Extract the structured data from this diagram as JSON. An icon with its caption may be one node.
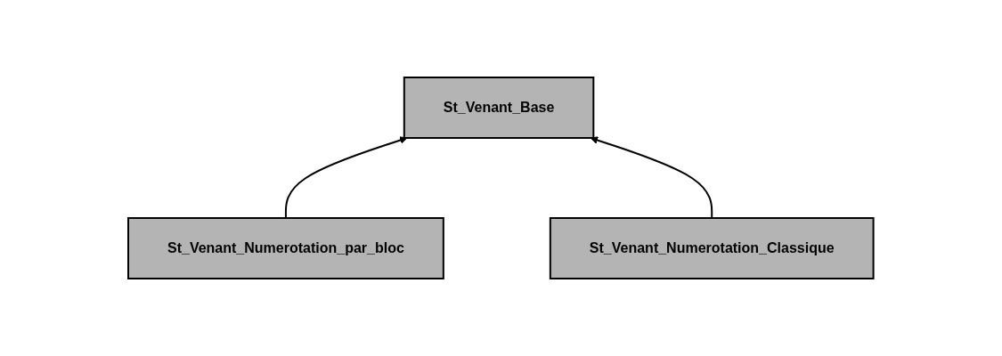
{
  "diagram": {
    "nodes": [
      {
        "text": [
          "St_Venant_Base"
        ]
      },
      {
        "text": [
          "St_Venant_Numerotation_par_bloc"
        ]
      },
      {
        "text": [
          "St_Venant_Numerotation_Classique"
        ]
      }
    ],
    "edges": [
      {
        "from": 1,
        "to": 0,
        "arrow": "to"
      },
      {
        "from": 2,
        "to": 0,
        "arrow": "to"
      }
    ]
  }
}
